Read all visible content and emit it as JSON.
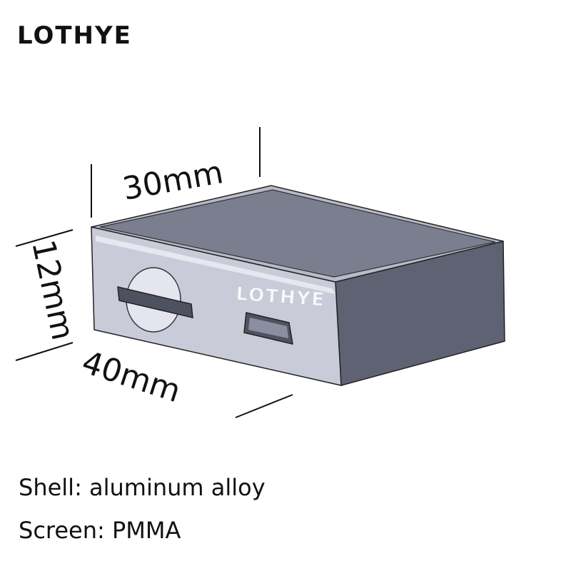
{
  "brand": "LOTHYE",
  "watermark": "LOTHYE",
  "dimensions": {
    "width": "30mm",
    "height": "12mm",
    "length": "40mm"
  },
  "specs": [
    {
      "text": "Shell: aluminum alloy"
    },
    {
      "text": "Screen: PMMA"
    }
  ],
  "colors": {
    "top": "#7b7e8f",
    "front": "#c9cbd8",
    "side": "#5f6273"
  }
}
